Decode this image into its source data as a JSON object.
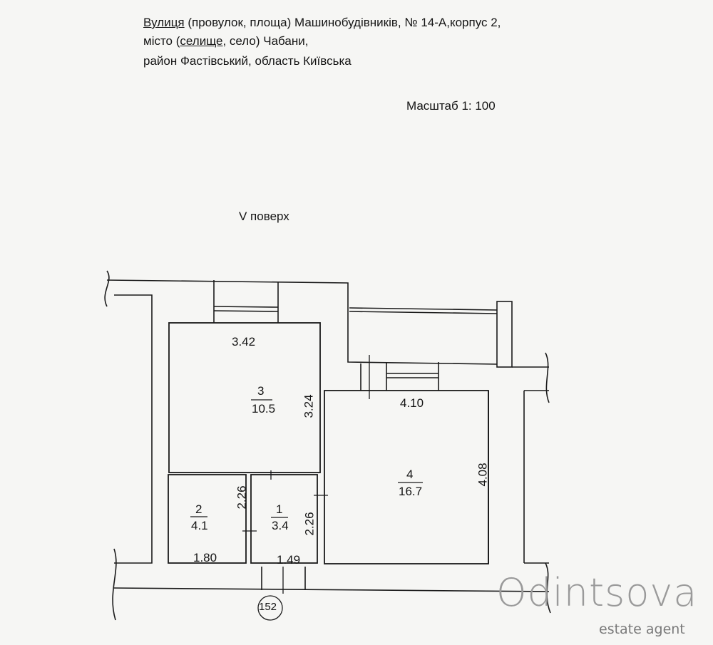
{
  "header": {
    "line1_street_underlined": "Вулиця",
    "line1_rest": " (провулок, площа) Машинобудівників, № 14-А,корпус 2,",
    "line2_prefix": "місто (",
    "line2_underlined": "селище",
    "line2_rest": ", село) Чабани,",
    "line3": "район Фастівський, область Київська"
  },
  "scale": "Масштаб 1: 100",
  "floor": "V поверх",
  "rooms": [
    {
      "number": "1",
      "area": "3.4",
      "width": "1.49",
      "length": "2.26"
    },
    {
      "number": "2",
      "area": "4.1",
      "width": "1.80",
      "length": "2.26"
    },
    {
      "number": "3",
      "area": "10.5",
      "width": "3.42",
      "length": "3.24"
    },
    {
      "number": "4",
      "area": "16.7",
      "width": "4.10",
      "length": "4.08"
    }
  ],
  "apartment_number": "152",
  "watermark": {
    "brand": "Odintsova",
    "tagline": "estate agent"
  }
}
